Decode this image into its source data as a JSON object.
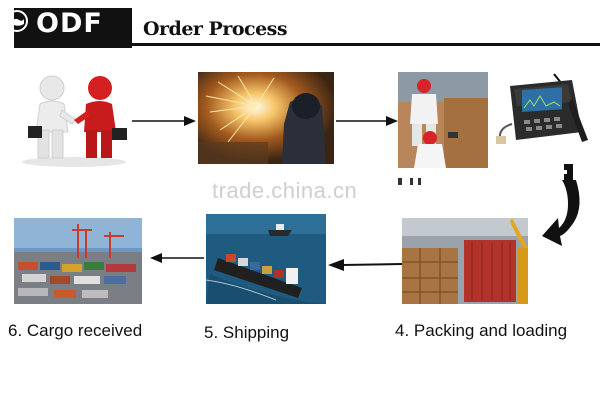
{
  "header": {
    "logo_text": "ODF",
    "title": "Order Process"
  },
  "steps": [
    {
      "label": "6. Cargo received",
      "image": "port-cargo-photo"
    },
    {
      "label": "5. Shipping",
      "image": "cargo-ship-photo"
    },
    {
      "label": "4. Packing and loading",
      "image": "container-packing-photo"
    }
  ],
  "watermark": "trade.china.cn",
  "colors": {
    "header_bg": "#111111",
    "arrow": "#111111",
    "handshake_red": "#d42020"
  }
}
